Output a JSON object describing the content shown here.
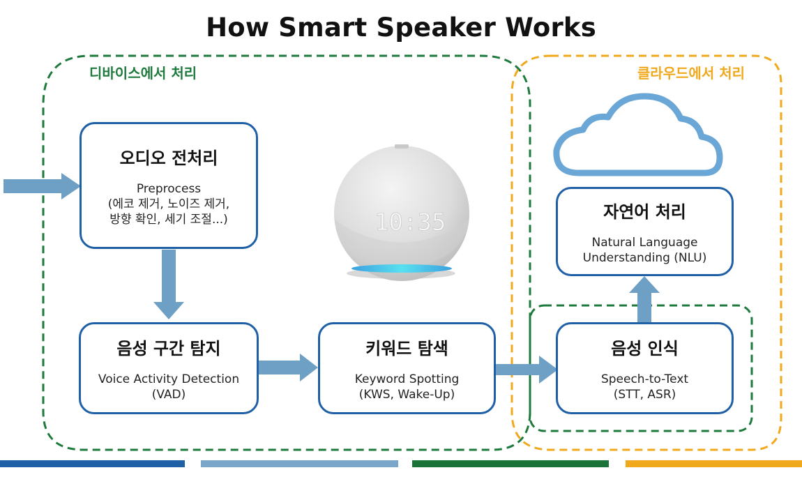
{
  "title": "How Smart Speaker Works",
  "regions": {
    "device": {
      "label": "디바이스에서 처리",
      "color": "#1e7a3c"
    },
    "cloud": {
      "label": "클라우드에서 처리",
      "color": "#f0a81c"
    }
  },
  "boxes": {
    "audio_preprocess": {
      "title": "오디오 전처리",
      "subtitle": "Preprocess",
      "detail_1": "(에코 제거, 노이즈 제거,",
      "detail_2": "방향 확인, 세기 조절...)"
    },
    "vad": {
      "title": "음성 구간 탐지",
      "subtitle": "Voice Activity Detection",
      "detail": "(VAD)"
    },
    "kws": {
      "title": "키워드 탐색",
      "subtitle": "Keyword Spotting",
      "detail": "(KWS, Wake-Up)"
    },
    "stt": {
      "title": "음성 인식",
      "subtitle": "Speech-to-Text",
      "detail": "(STT, ASR)"
    },
    "nlu": {
      "title": "자연어 처리",
      "subtitle": "Natural Language",
      "detail": "Understanding (NLU)"
    }
  },
  "speaker": {
    "clock": "10:35"
  },
  "icons": [
    "cloud-icon",
    "smart-speaker-icon"
  ],
  "colors": {
    "box_border": "#1f5fa6",
    "arrow": "#6e9fc4",
    "bar_1": "#1f5fa6",
    "bar_2": "#79a6c9",
    "bar_3": "#1a7437",
    "bar_4": "#f0a81c"
  }
}
